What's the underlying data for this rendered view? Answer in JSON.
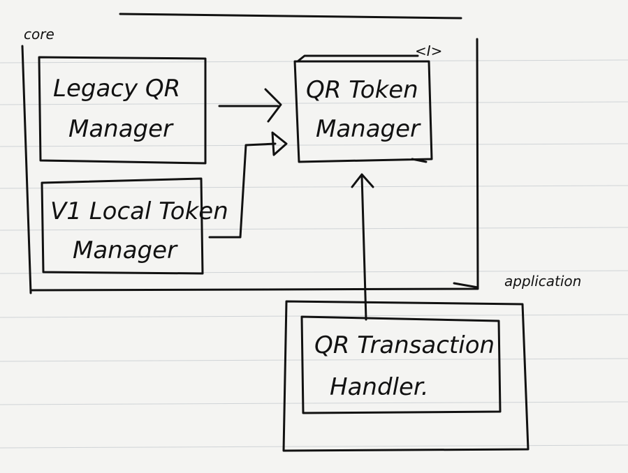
{
  "colors": {
    "paper": "#f4f4f2",
    "ink": "#111111",
    "ruled_line": "#cfd3d6"
  },
  "packages": {
    "core": {
      "label": "core"
    },
    "application": {
      "label": "application"
    }
  },
  "components": {
    "legacy_qr_manager": {
      "line1": "Legacy QR",
      "line2": "Manager"
    },
    "v1_local_token_manager": {
      "line1": "V1 Local Token",
      "line2": "Manager"
    },
    "qr_token_manager": {
      "line1": "QR Token",
      "line2": "Manager",
      "stereotype": "<I>"
    },
    "qr_transaction_handler": {
      "line1": "QR Transaction",
      "line2": "Handler."
    }
  }
}
